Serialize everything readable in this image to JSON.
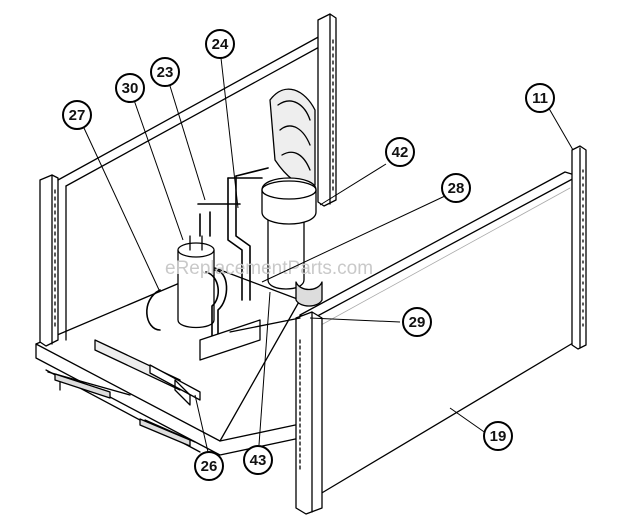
{
  "watermark": "eReplacementParts.com",
  "callouts": [
    {
      "id": "c11",
      "label": "11"
    },
    {
      "id": "c19",
      "label": "19"
    },
    {
      "id": "c23",
      "label": "23"
    },
    {
      "id": "c24",
      "label": "24"
    },
    {
      "id": "c26",
      "label": "26"
    },
    {
      "id": "c27",
      "label": "27"
    },
    {
      "id": "c28",
      "label": "28"
    },
    {
      "id": "c29",
      "label": "29"
    },
    {
      "id": "c30",
      "label": "30"
    },
    {
      "id": "c42",
      "label": "42"
    },
    {
      "id": "c43",
      "label": "43"
    }
  ]
}
